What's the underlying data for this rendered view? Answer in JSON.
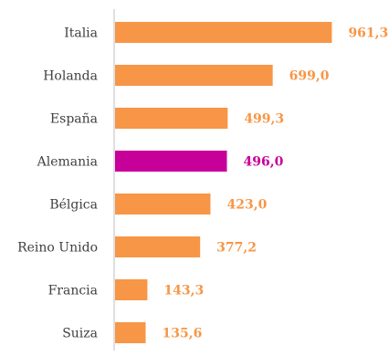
{
  "chart_data": {
    "type": "bar",
    "orientation": "horizontal",
    "categories": [
      "Italia",
      "Holanda",
      "España",
      "Alemania",
      "Bélgica",
      "Reino Unido",
      "Francia",
      "Suiza"
    ],
    "values": [
      961.3,
      699.0,
      499.3,
      496.0,
      423.0,
      377.2,
      143.3,
      135.6
    ],
    "value_labels": [
      "961,3",
      "699,0",
      "499,3",
      "496,0",
      "423,0",
      "377,2",
      "143,3",
      "135,6"
    ],
    "highlight_category": "Alemania",
    "colors": {
      "bar": "#F79646",
      "highlight": "#C8009A",
      "axis": "#BFBFBF",
      "category_text": "#404040"
    },
    "xlim": [
      0,
      1000
    ],
    "grid": false,
    "legend": "none"
  }
}
